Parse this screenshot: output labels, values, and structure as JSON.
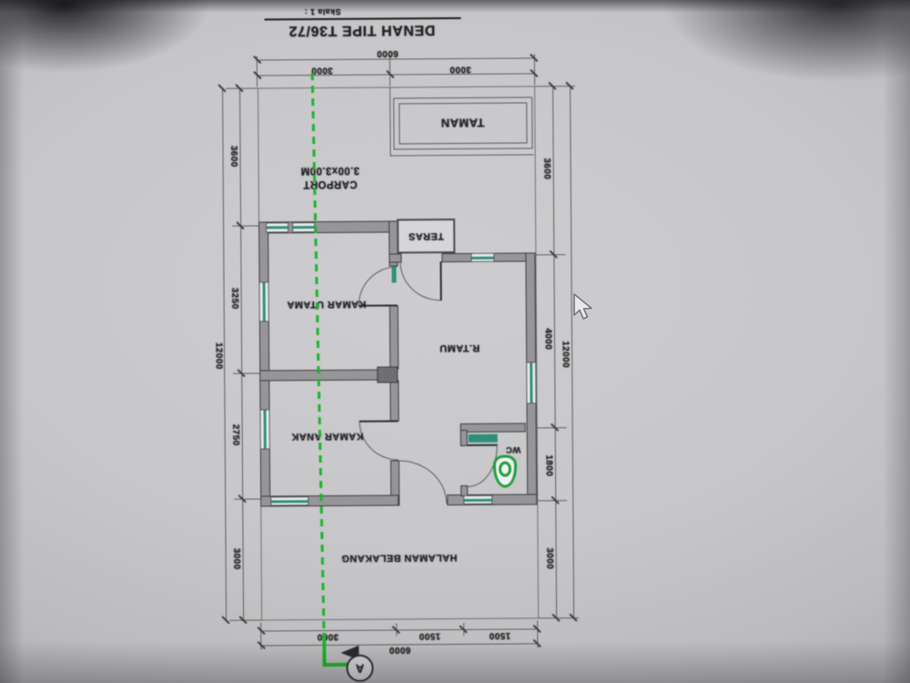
{
  "title": {
    "main": "DENAH TIPE T36/72",
    "scale": "Skala 1 :"
  },
  "rooms": {
    "taman": "TAMAN",
    "carport_line1": "CARPORT",
    "carport_line2": "3.00x3.00M",
    "teras": "TERAS",
    "kamar_utama": "KAMAR UTAMA",
    "r_tamu": "R.TAMU",
    "kamar_anak": "KAMAR ANAK",
    "wc": "WC",
    "halaman_belakang": "HALAMAN BELAKANG"
  },
  "dimensions": {
    "top": {
      "total": "6000",
      "segments": [
        "3000",
        "3000"
      ]
    },
    "bottom": {
      "total": "6000",
      "segments": [
        "3000",
        "1500",
        "1500"
      ]
    },
    "left": {
      "total": "12000",
      "segments": [
        "3600",
        "3250",
        "2750",
        "3000"
      ]
    },
    "right": {
      "total": "12000",
      "segments": [
        "3600",
        "4000",
        "1800",
        "3000"
      ]
    }
  },
  "section": {
    "label": "A"
  },
  "colors": {
    "section_line_green": "#1db32a",
    "fixture_green": "#1f9e3e",
    "window_teal": "#2e8f7a",
    "wall_fill": "#96969a",
    "line_dark": "#3b3b3d",
    "paper": "#c7c7c9"
  }
}
